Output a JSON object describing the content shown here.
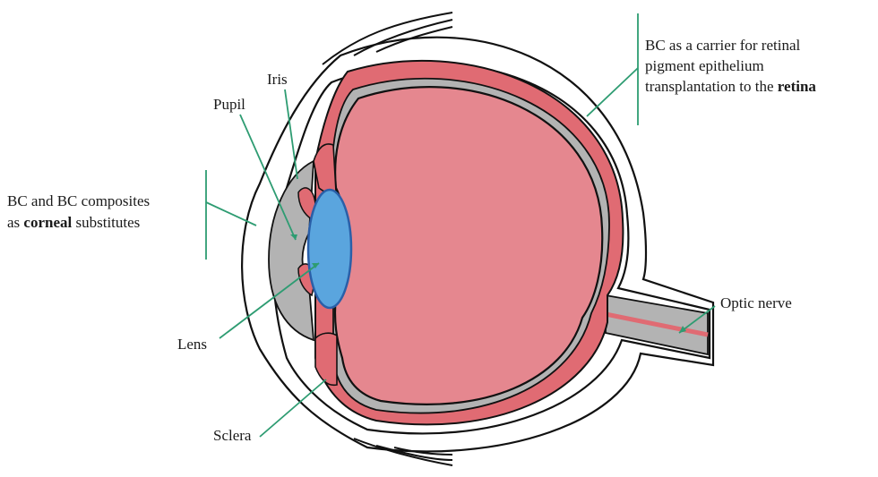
{
  "labels": {
    "iris": "Iris",
    "pupil": "Pupil",
    "cornea_line1": "BC and BC composites",
    "cornea_line2_prefix": "as ",
    "cornea_line2_bold": "corneal",
    "cornea_line2_suffix": " substitutes",
    "lens": "Lens",
    "sclera": "Sclera",
    "optic_nerve": "Optic nerve",
    "retina_line1": "BC as a carrier for retinal",
    "retina_line2": "pigment epithelium",
    "retina_line3_prefix": "transplantation to the ",
    "retina_line3_bold": "retina"
  },
  "colors": {
    "eyeball_fill": "#e5878f",
    "choroid_red": "#e06b73",
    "lens_blue": "#5aa5de",
    "lens_outline": "#2a5fa8",
    "gray_tissue": "#b3b3b3",
    "leader_green": "#2e9c72",
    "outline": "#111111"
  }
}
